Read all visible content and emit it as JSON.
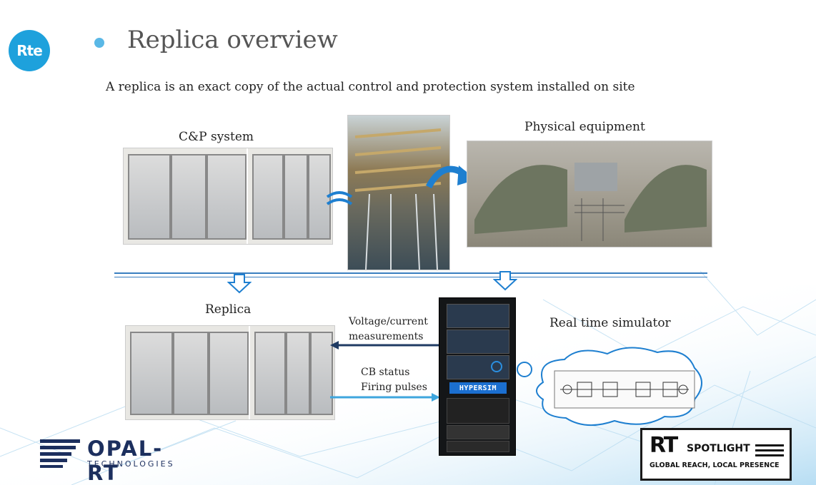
{
  "header": {
    "logo_text": "Rte",
    "title": "Replica overview"
  },
  "subtitle": "A replica is an exact copy of the actual control and protection system installed on site",
  "labels": {
    "cp_system": "C&P system",
    "physical_equipment": "Physical equipment",
    "replica": "Replica",
    "real_time_simulator": "Real time simulator",
    "voltage_current_1": "Voltage/current",
    "voltage_current_2": "measurements",
    "cb_status": "CB status",
    "firing_pulses": "Firing pulses",
    "hypersim": "HYPERSIM"
  },
  "footer": {
    "opal_name": "OPAL-RT",
    "opal_sub": "TECHNOLOGIES",
    "rt_logo": "RT",
    "rt_spotlight": "SPOTLIGHT",
    "rt_tagline": "GLOBAL REACH, LOCAL PRESENCE"
  },
  "colors": {
    "accent_blue": "#1ea1dc",
    "line_blue": "#3a7fc0",
    "arrow_dark": "#1f3b63",
    "arrow_light": "#3ea6de"
  }
}
